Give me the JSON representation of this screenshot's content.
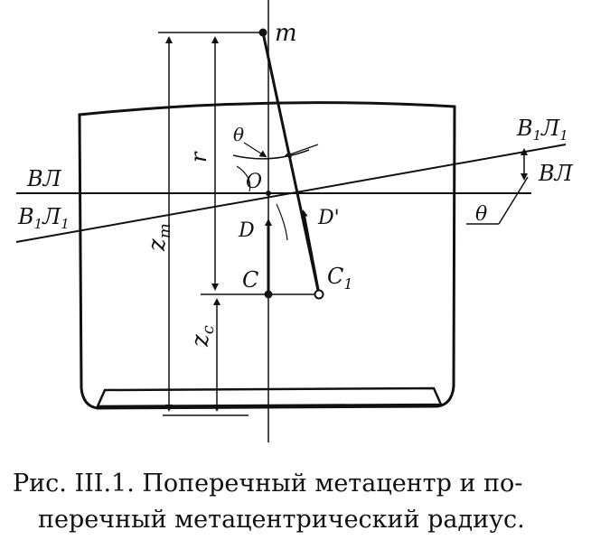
{
  "figure": {
    "labels": {
      "m": "m",
      "theta_top": "θ",
      "r": "r",
      "O": "O",
      "D": "D",
      "D_prime": "D'",
      "C": "C",
      "C1": "C",
      "C1_sub": "1",
      "VL_left": "ВЛ",
      "VL_right": "ВЛ",
      "B1L1_left": "В",
      "B1L1_left_sub1": "1",
      "B1L1_left_mid": "Л",
      "B1L1_left_sub2": "1",
      "B1L1_right": "В",
      "B1L1_right_sub1": "1",
      "B1L1_right_mid": "Л",
      "B1L1_right_sub2": "1",
      "theta_right": "θ",
      "z_m": "z",
      "z_m_sub": "m",
      "z_c": "z",
      "z_c_sub": "c"
    }
  },
  "caption": {
    "line1": "Рис. III.1. Поперечный метацентр и по-",
    "line2": "перечный метацентрический радиус."
  }
}
